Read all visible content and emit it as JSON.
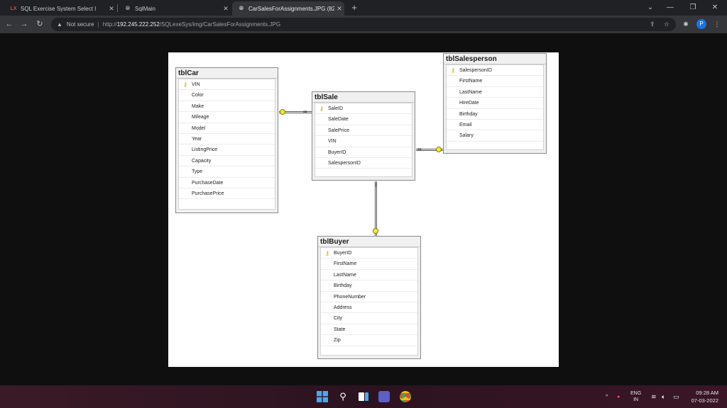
{
  "browser": {
    "tabs": [
      {
        "title": "SQL Exercise System Select I",
        "favicon": "lx-logo",
        "active": false
      },
      {
        "title": "SqlMain",
        "favicon": "globe-icon",
        "active": false
      },
      {
        "title": "CarSalesForAssignments.JPG (82",
        "favicon": "globe-icon",
        "active": true
      }
    ],
    "address": {
      "security": "Not secure",
      "host": "192.245.222.252",
      "path": "/SQLexeSys/img/CarSalesForAssignments.JPG",
      "scheme": "http://"
    },
    "profile_initial": "P"
  },
  "diagram": {
    "tables": {
      "car": {
        "name": "tblCar",
        "columns": [
          "VIN",
          "Color",
          "Make",
          "Mileage",
          "Model",
          "Year",
          "ListingPrice",
          "Capacity",
          "Type",
          "PurchaseDate",
          "PurchasePrice"
        ]
      },
      "sale": {
        "name": "tblSale",
        "columns": [
          "SaleID",
          "SaleDate",
          "SalePrice",
          "VIN",
          "BuyerID",
          "SalespersonID"
        ]
      },
      "salesperson": {
        "name": "tblSalesperson",
        "columns": [
          "SalespersonID",
          "FirstName",
          "LastName",
          "HireDate",
          "Birthday",
          "Email",
          "Salary"
        ]
      },
      "buyer": {
        "name": "tblBuyer",
        "columns": [
          "BuyerID",
          "FirstName",
          "LastName",
          "Birthday",
          "PhoneNumber",
          "Address",
          "City",
          "State",
          "Zip"
        ]
      }
    }
  },
  "taskbar": {
    "language": "ENG",
    "region": "IN",
    "time": "09:28 AM",
    "date": "07-03-2022"
  },
  "colors": {
    "key_fill": "#f4e93a",
    "tab_active": "#35363a",
    "titlebar": "#202124"
  }
}
